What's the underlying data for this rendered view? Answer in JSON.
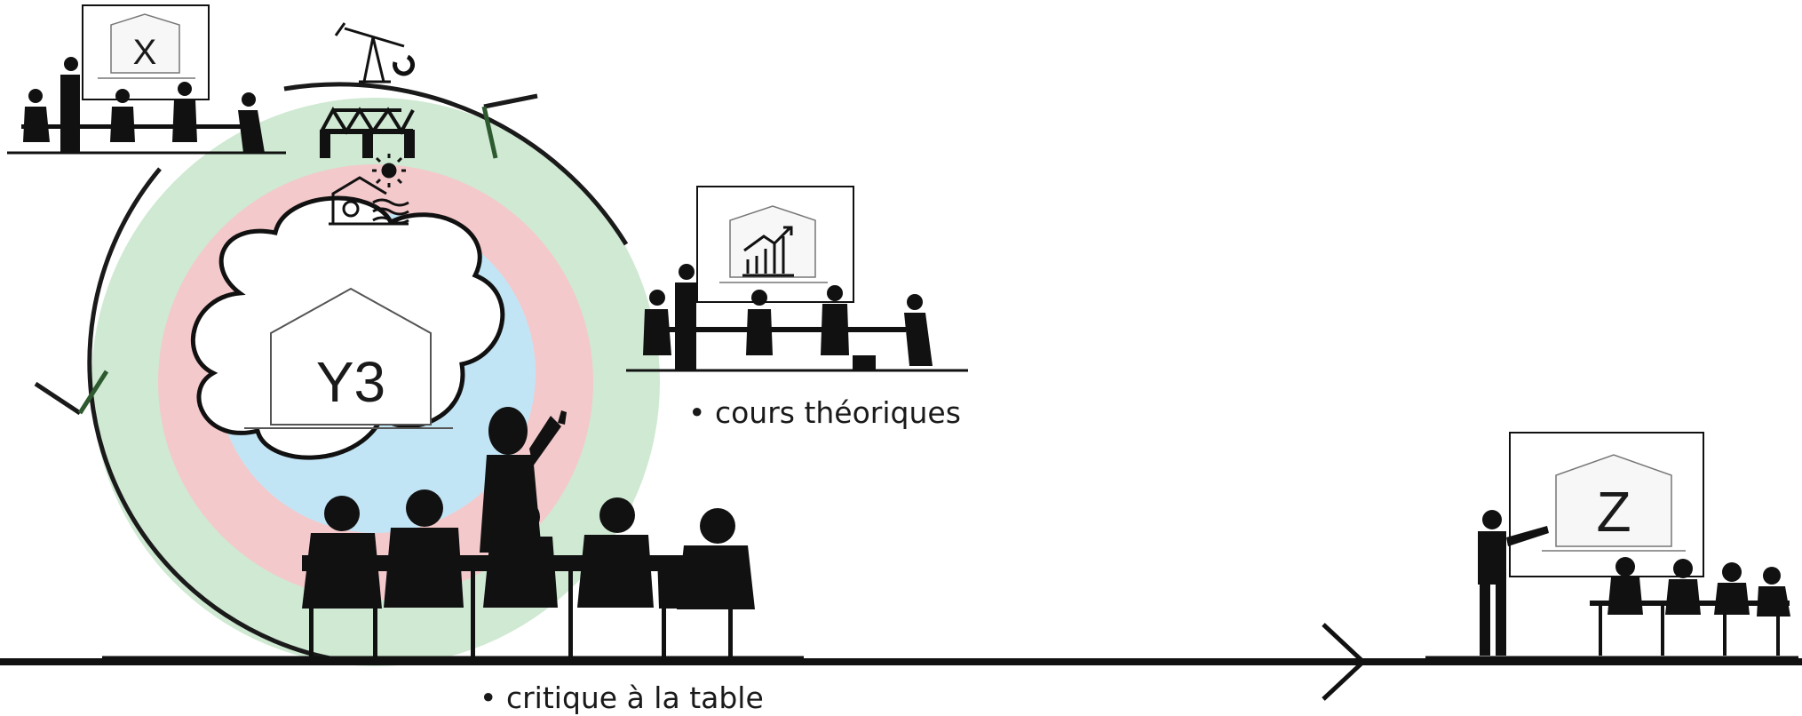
{
  "boards": {
    "x_label": "X",
    "y_label": "Y3",
    "z_label": "Z"
  },
  "labels": {
    "theory": "• cours théoriques",
    "table_critique": "• critique à la table"
  },
  "colors": {
    "ring_outer": "#cfe9d2",
    "ring_middle": "#f4c9cb",
    "ring_inner": "#c2e5f6",
    "ink": "#1a1a1a",
    "ticks": "#2d5a2f"
  },
  "icons": [
    "oil-pump-icon",
    "truss-bridge-icon",
    "energy-house-icon",
    "growth-chart-icon"
  ]
}
